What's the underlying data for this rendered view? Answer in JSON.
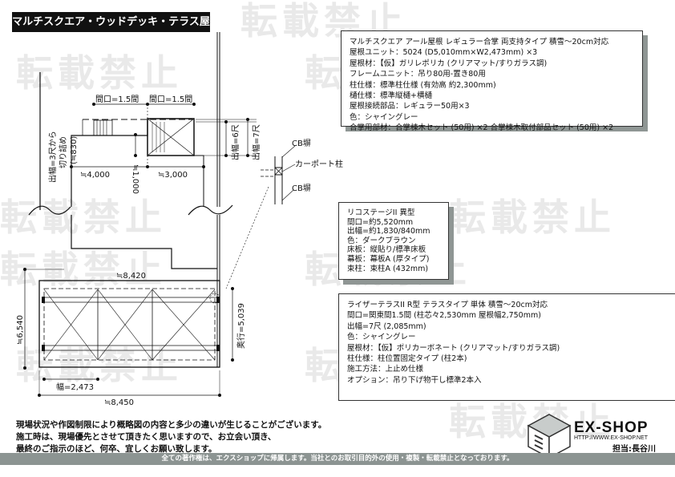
{
  "title": "マルチスクエア・ウッドデッキ・テラス屋根",
  "watermark": "転載禁止",
  "spec_boxes": [
    {
      "lines": [
        "マルチスクエア アール屋根 レギュラー合掌 両支持タイプ 積雪～20cm対応",
        "屋根ユニット：5024 (D5,010mm×W2,473mm) ×3",
        "屋根材：【仮】ガリレポリカ (クリアマット/すりガラス調)",
        "フレームユニット：吊り80用-置き80用",
        "柱仕様：標準柱仕様 (有効高 約2,300mm)",
        "樋仕様：標準縦樋+横樋",
        "屋根接続部品：レギュラー50用×3",
        "色：シャイングレー",
        "合掌用部材：合掌棟木セット (50用) ×2 合掌棟木取付部品セット (50用) ×2"
      ]
    },
    {
      "lines": [
        "リコステージII 異型",
        "間口=約5,520mm",
        "出幅=約1,830/840mm",
        "色：ダークブラウン",
        "床板：縦貼り/標準床板",
        "幕板：幕板A (厚タイプ)",
        "束柱：束柱A (432mm)"
      ]
    },
    {
      "lines": [
        "ライザーテラスII R型 テラスタイプ 単体 積雪～20cm対応",
        "間口=関東間1.5間 (柱芯々2,530mm 屋根幅2,750mm)",
        "出幅=7尺 (2,085mm)",
        "色：シャイングレー",
        "屋根材：【仮】ポリカーボネート (クリアマット/すりガラス調)",
        "柱仕様：柱位置固定タイプ (柱2本)",
        "施工方法：上止め仕様",
        "オプション：吊り下げ物干し標準2本入"
      ]
    }
  ],
  "dimensions": {
    "span1": "間口=1.5間",
    "span2": "間口=1.5間",
    "depth_cut": "出幅=3尺から",
    "depth_cut2": "切り詰め",
    "depth_cut3": "(≒830)",
    "depth6": "出幅=6尺",
    "depth7": "出幅=7尺",
    "d1000": "≒1,000",
    "d4000": "≒4,000",
    "d3000": "≒3,000",
    "d8420": "≒8,420",
    "d6540": "≒6,540",
    "d5039": "奥行=5,039",
    "d2473": "幅=2,473",
    "d8450": "≒8,450"
  },
  "legend": {
    "cb1": "CB塀",
    "carport_post": "カーポート柱",
    "cb2": "CB塀"
  },
  "notes": [
    "現場状況や作図制限により概略図の内容と多少の違いが生じることがございます。",
    "施工時は、現場優先とさせて頂きたく思いますので、お立会い頂き、",
    "最終のご指示のほど、何卒、宜しくお願い致します。"
  ],
  "logo": {
    "name": "EX-SHOP",
    "url": "HTTP://WWW.EX-SHOP.NET",
    "staff": "担当:長谷川"
  },
  "footer": "全ての著作権は、エクスショップに帰属します。当社とのお取引目的外の使用・複製・転載禁止となっております。"
}
